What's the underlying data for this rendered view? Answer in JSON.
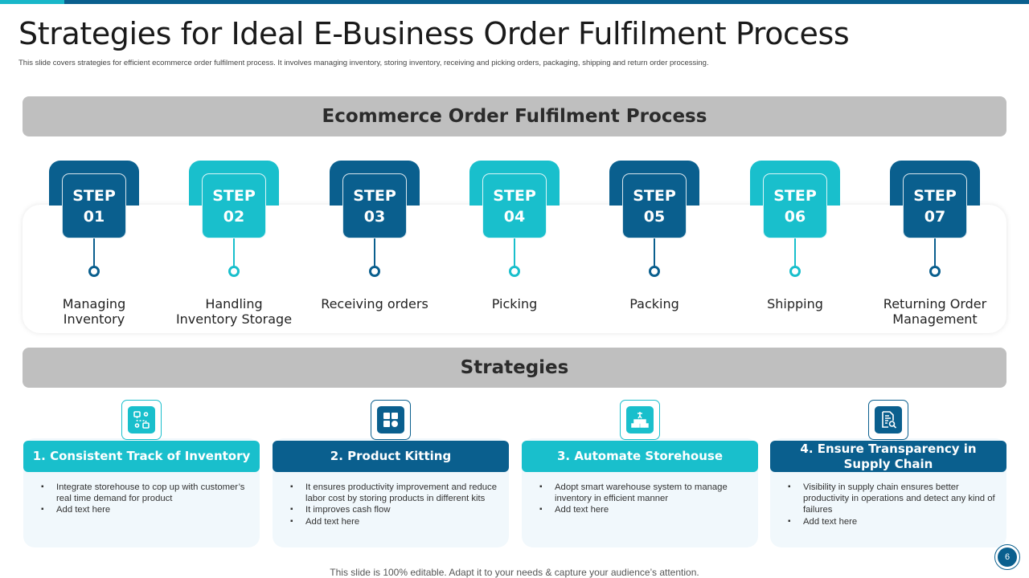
{
  "slide": {
    "title": "Strategies  for Ideal E-Business Order Fulfilment Process",
    "subtitle": "This slide covers strategies for efficient ecommerce order fulfilment process. It involves managing inventory, storing inventory, receiving and picking orders, packaging, shipping and return order processing.",
    "footer": "This slide is 100% editable. Adapt it to your needs & capture your audience’s attention.",
    "page_number": "6"
  },
  "colors": {
    "dark": "#0a5f8e",
    "light": "#19bfcc",
    "banner": "#bfbfbf"
  },
  "process": {
    "heading": "Ecommerce Order Fulfilment Process",
    "steps": [
      {
        "word": "STEP",
        "number": "01",
        "label": "Managing Inventory",
        "tone": "dark"
      },
      {
        "word": "STEP",
        "number": "02",
        "label": "Handling Inventory Storage",
        "tone": "light"
      },
      {
        "word": "STEP",
        "number": "03",
        "label": "Receiving orders",
        "tone": "dark"
      },
      {
        "word": "STEP",
        "number": "04",
        "label": "Picking",
        "tone": "light"
      },
      {
        "word": "STEP",
        "number": "05",
        "label": "Packing",
        "tone": "dark"
      },
      {
        "word": "STEP",
        "number": "06",
        "label": "Shipping",
        "tone": "light"
      },
      {
        "word": "STEP",
        "number": "07",
        "label": "Returning Order Management",
        "tone": "dark"
      }
    ]
  },
  "strategies": {
    "heading": "Strategies",
    "cards": [
      {
        "title": "1. Consistent  Track of Inventory",
        "icon": "tracking-icon",
        "bullets": [
          "Integrate storehouse to cop up with customer’s real time demand for product",
          "Add text here"
        ]
      },
      {
        "title": "2. Product Kitting",
        "icon": "grid-kit-icon",
        "bullets": [
          "It ensures productivity improvement and reduce labor cost by storing products in different kits",
          "It improves cash flow",
          "Add text here"
        ]
      },
      {
        "title": "3. Automate Storehouse",
        "icon": "warehouse-icon",
        "bullets": [
          "Adopt smart warehouse system to manage inventory in efficient manner",
          "Add text here"
        ]
      },
      {
        "title": "4. Ensure Transparency in Supply Chain",
        "icon": "document-search-icon",
        "bullets": [
          "Visibility in supply chain ensures better productivity in operations and detect any kind of failures",
          "Add text here"
        ]
      }
    ]
  }
}
